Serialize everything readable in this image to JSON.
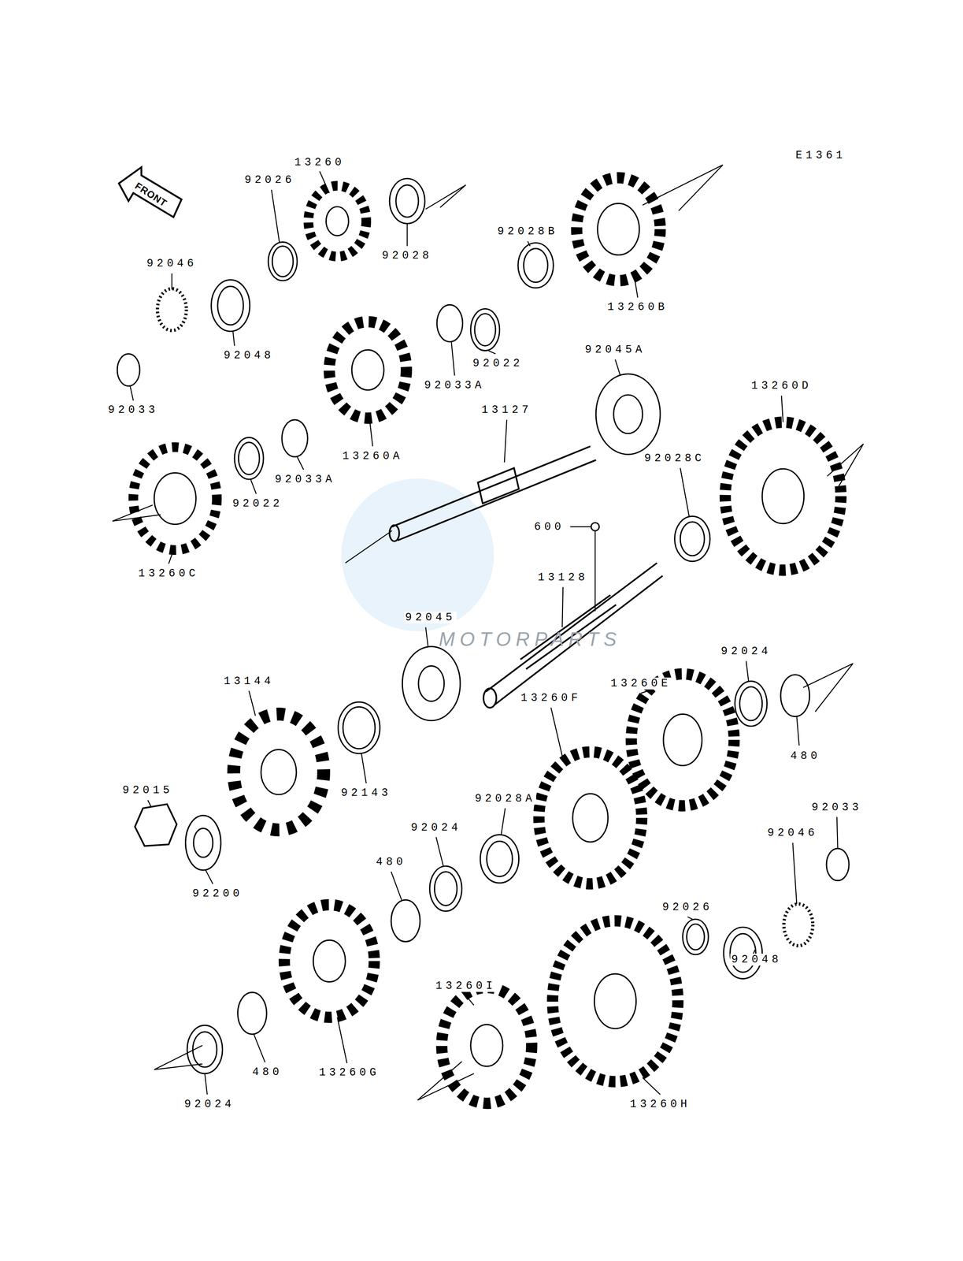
{
  "diagram": {
    "labels": [
      "E1361",
      "FRONT",
      "13260",
      "92026",
      "92028",
      "92028B",
      "13260B",
      "92046",
      "92048",
      "92033",
      "92022",
      "92033A",
      "92045A",
      "13260D",
      "13127",
      "13260A",
      "92022",
      "92033A",
      "13260C",
      "92028C",
      "600",
      "13128",
      "92045",
      "13144",
      "13260E",
      "92024",
      "480",
      "13260F",
      "92143",
      "92015",
      "92028A",
      "92024",
      "480",
      "92033",
      "92046",
      "92200",
      "92026",
      "92048",
      "13260I",
      "480",
      "13260G",
      "92024",
      "13260H",
      "MOTORPARTS"
    ]
  }
}
